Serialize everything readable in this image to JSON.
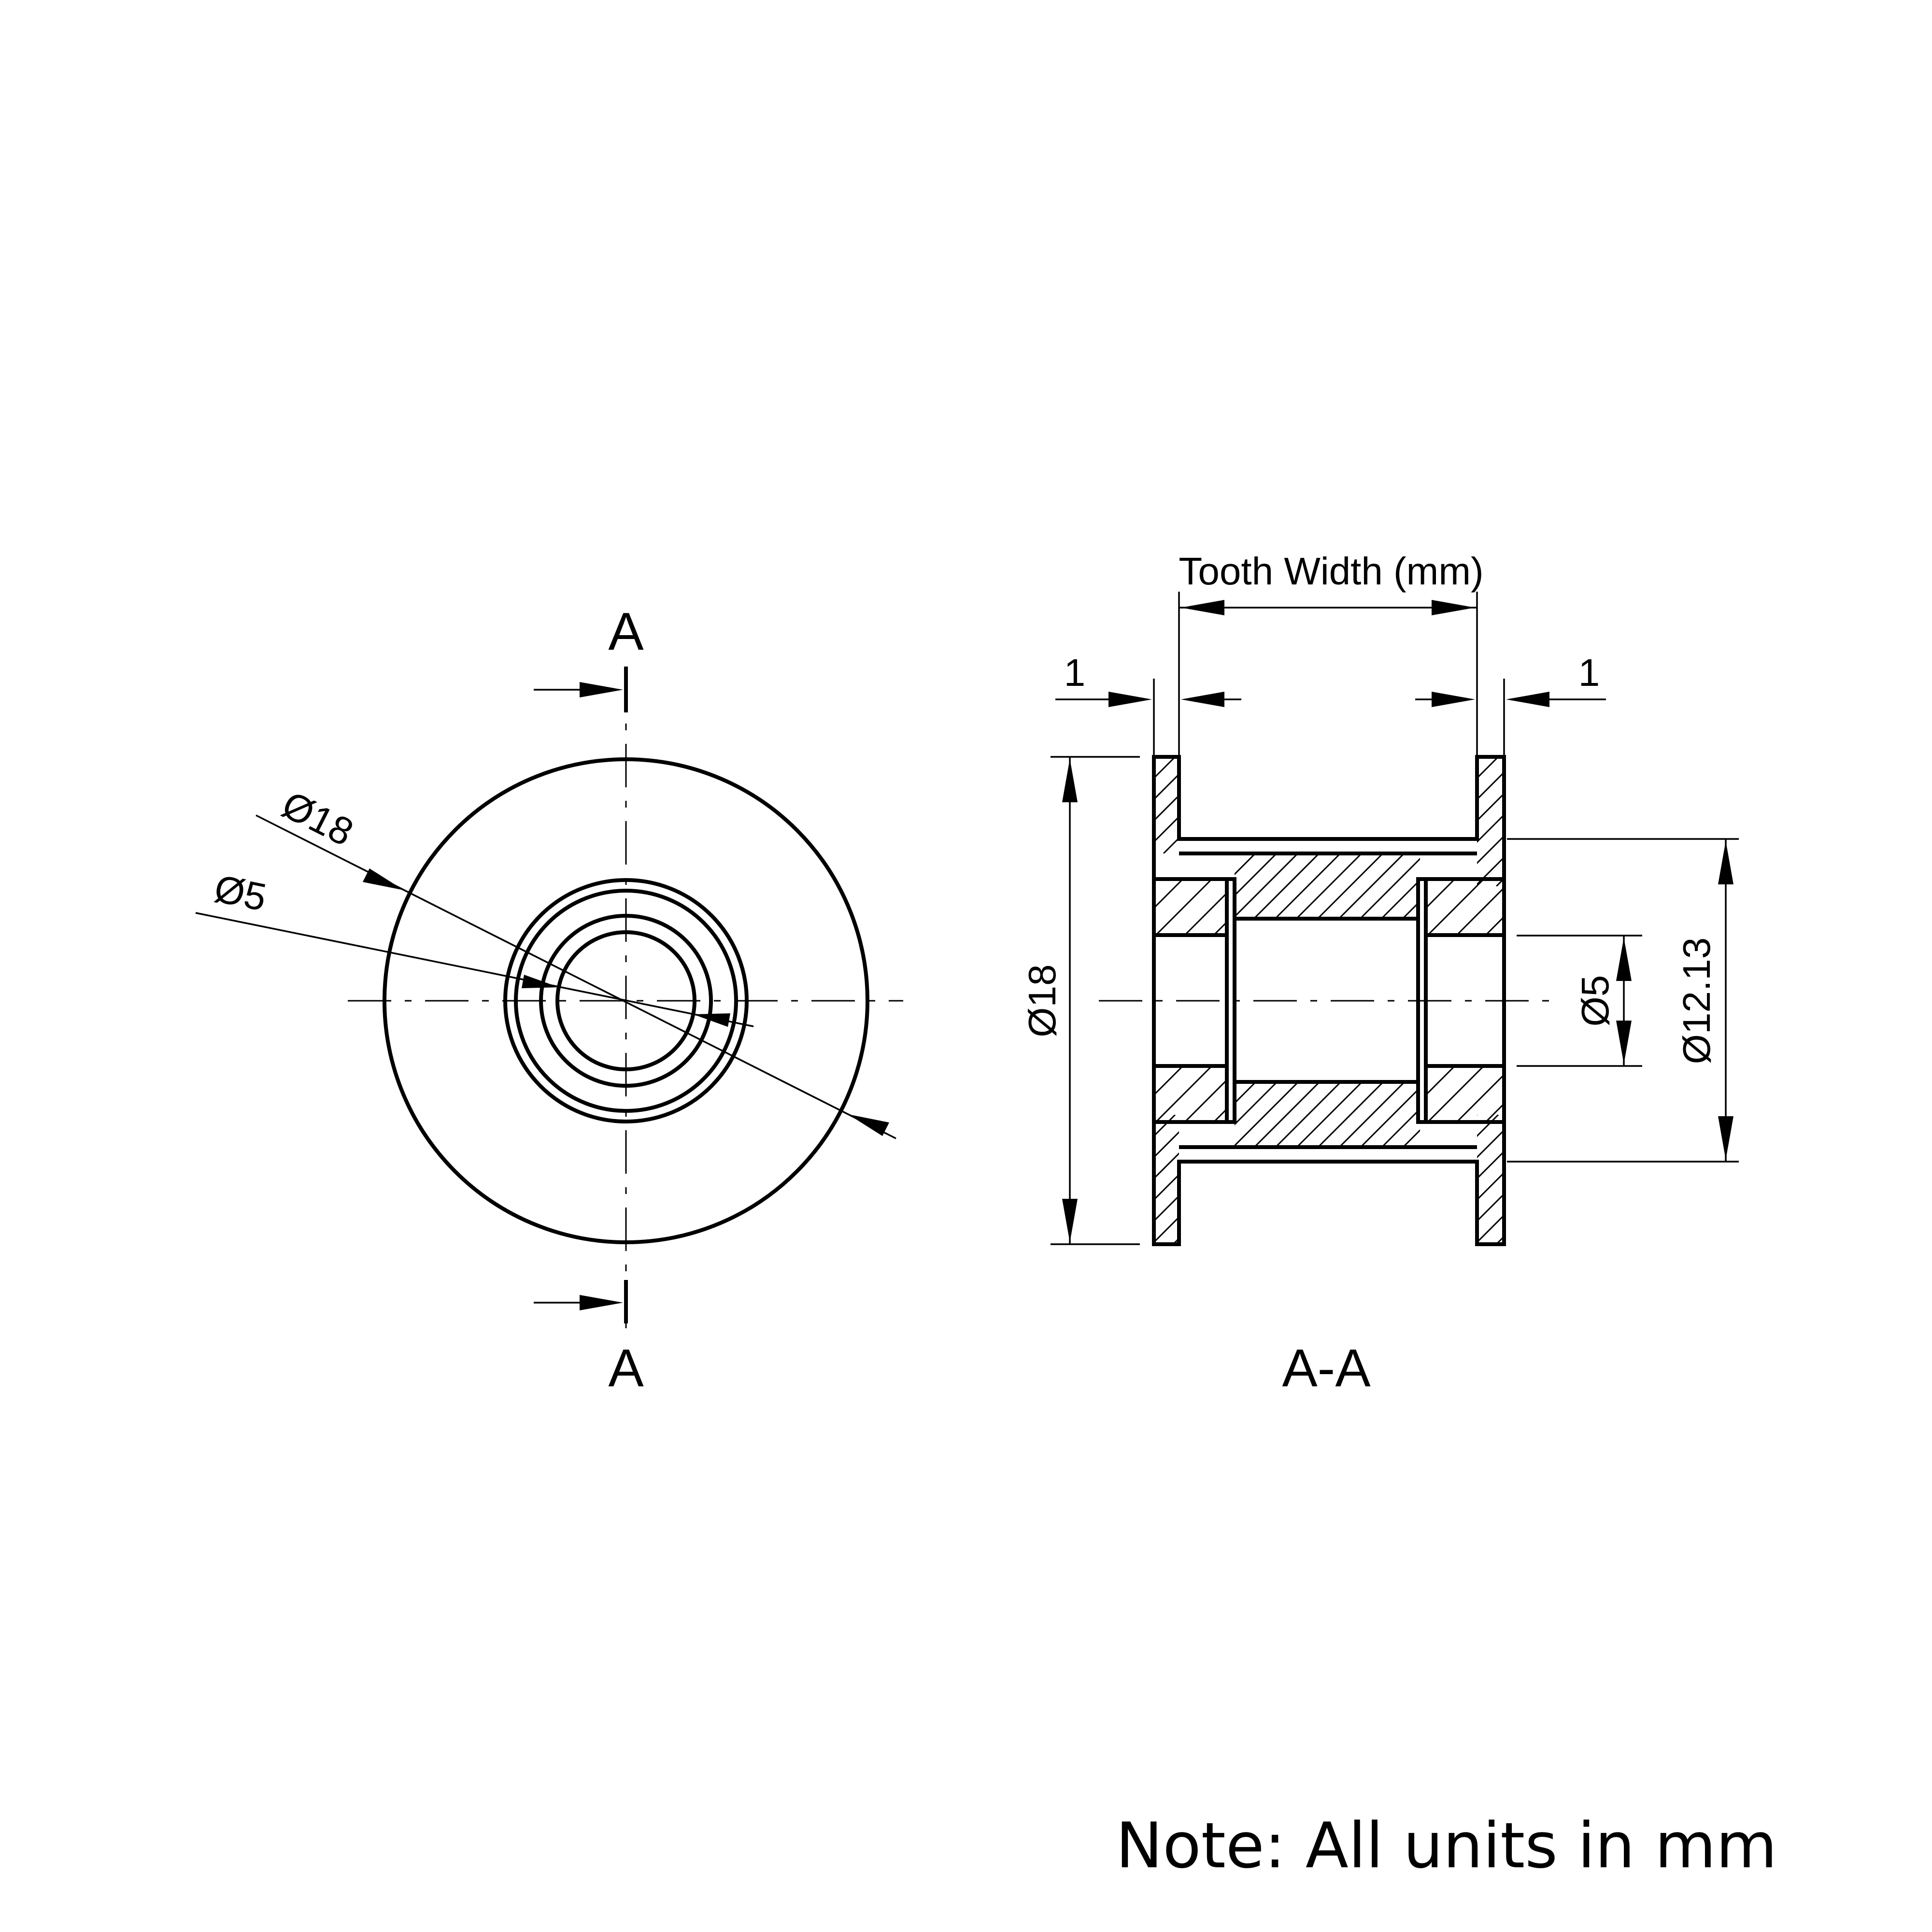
{
  "front_view": {
    "section_mark_top": "A",
    "section_mark_bottom": "A",
    "dim_outer_diameter": "Ø18",
    "dim_bore_diameter": "Ø5"
  },
  "section_view": {
    "title": "A-A",
    "dim_tooth_width": "Tooth Width (mm)",
    "dim_flange_left": "1",
    "dim_flange_right": "1",
    "dim_flange_diameter": "Ø18",
    "dim_bore_diameter": "Ø5",
    "dim_hub_diameter": "Ø12.13"
  },
  "note": "Note: All units in mm"
}
